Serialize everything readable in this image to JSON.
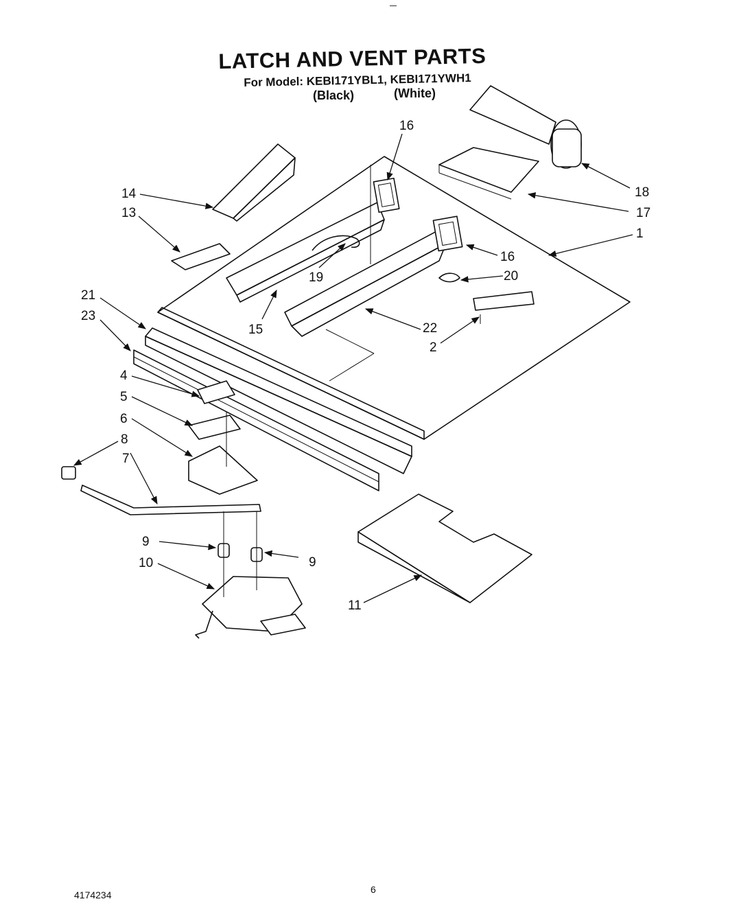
{
  "header": {
    "title": "LATCH AND VENT PARTS",
    "model_line": "For Model: KEBI171YBL1, KEBI171YWH1",
    "color_black": "(Black)",
    "color_white": "(White)"
  },
  "footer": {
    "doc_number": "4174234",
    "page_number": "6"
  },
  "callouts": [
    "1",
    "2",
    "4",
    "5",
    "6",
    "7",
    "8",
    "9",
    "9",
    "10",
    "11",
    "13",
    "14",
    "15",
    "16",
    "16",
    "17",
    "18",
    "19",
    "20",
    "21",
    "22",
    "23"
  ]
}
